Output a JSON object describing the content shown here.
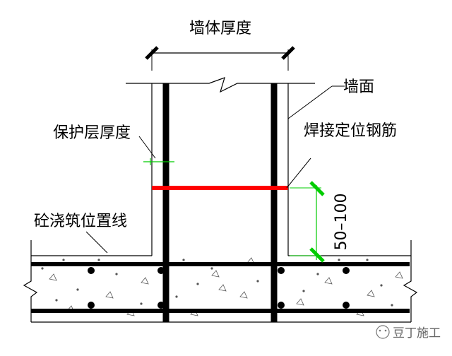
{
  "labels": {
    "wall_thickness": "墙体厚度",
    "wall_face": "墙面",
    "cover_thickness": "保护层厚度",
    "welded_positioning_bar": "焊接定位钢筋",
    "pour_line": "砼浇筑位置线",
    "dimension": "50–100"
  },
  "watermark": {
    "text": "豆丁施工"
  },
  "colors": {
    "line": "#000000",
    "rebar": "#000000",
    "positioning_bar": "#ff0000",
    "dimension": "#00cc00"
  }
}
